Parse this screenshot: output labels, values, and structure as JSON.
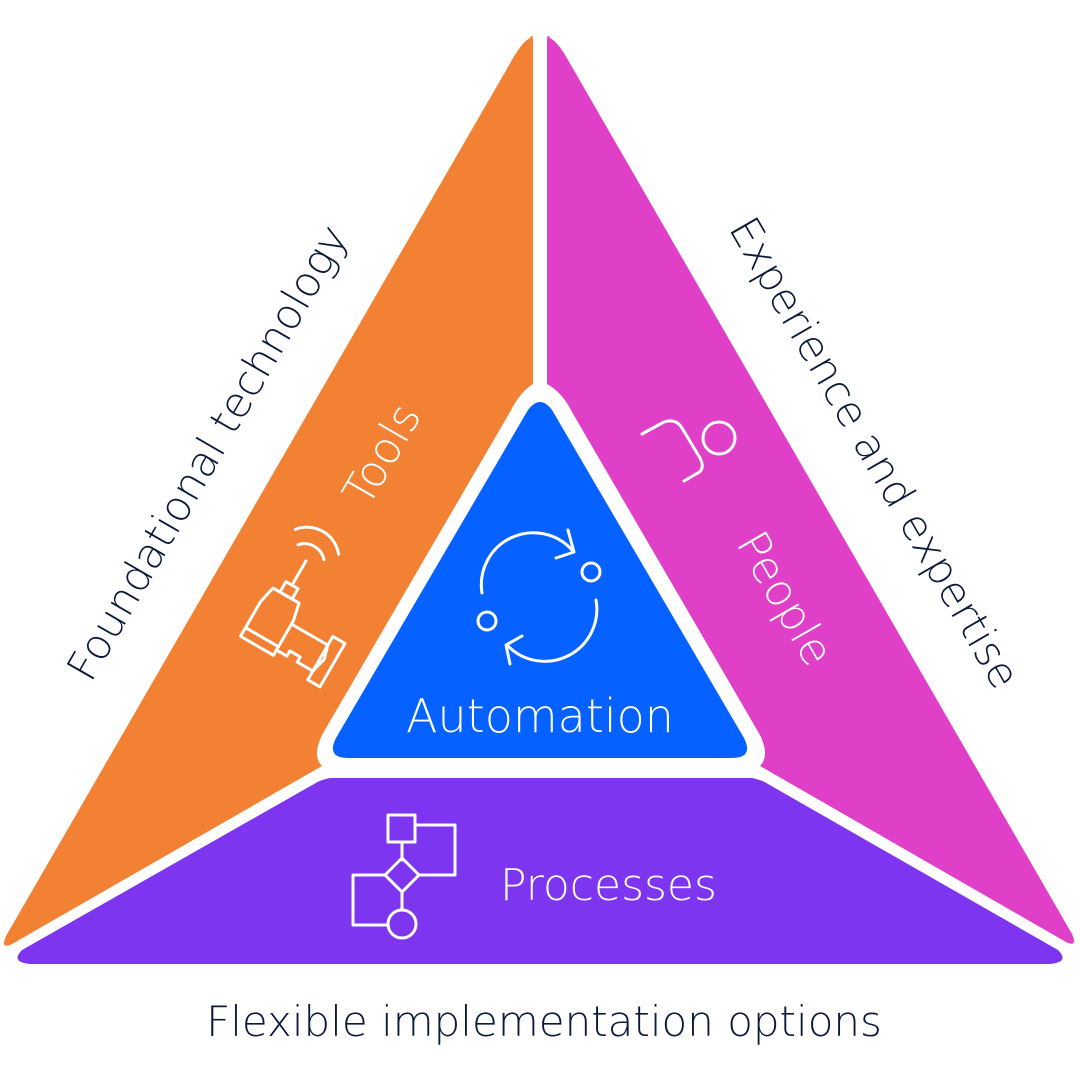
{
  "colors": {
    "tools": "#F38133",
    "people": "#E040C8",
    "processes": "#7E35F0",
    "automation": "#0561FF",
    "text_dark": "#0B1A3A",
    "text_light": "#FFFFFF",
    "separator": "#FFFFFF"
  },
  "segments": {
    "tools": {
      "label": "Tools",
      "icon": "drill-with-wireless-signal-icon"
    },
    "people": {
      "label": "People",
      "icon": "person-icon"
    },
    "processes": {
      "label": "Processes",
      "icon": "flowchart-icon"
    },
    "automation": {
      "label": "Automation",
      "icon": "cycle-arrows-icon"
    }
  },
  "side_labels": {
    "left": "Foundational technology",
    "right": "Experience and expertise",
    "bottom": "Flexible implementation options"
  }
}
